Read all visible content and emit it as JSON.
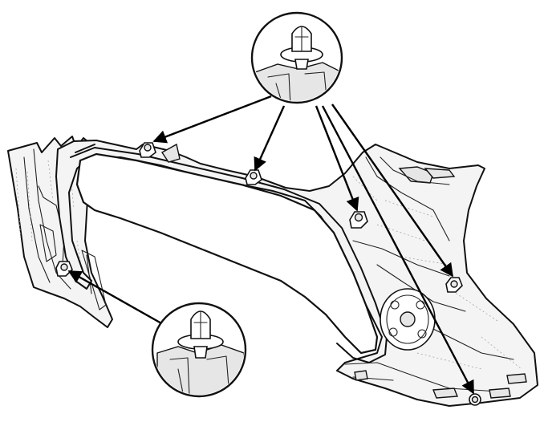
{
  "diagram": {
    "subject": "quarter-trim-panel-clip-locations",
    "callouts": [
      {
        "id": "upper-clip-detail",
        "icon": "push-clip-icon"
      },
      {
        "id": "lower-clip-detail",
        "icon": "push-clip-icon"
      }
    ],
    "clips": [
      {
        "id": "clip-top-left"
      },
      {
        "id": "clip-top-middle"
      },
      {
        "id": "clip-right-upper"
      },
      {
        "id": "clip-right-lower"
      },
      {
        "id": "clip-bottom-right"
      },
      {
        "id": "clip-left-pillar"
      }
    ],
    "colors": {
      "line": "#111111",
      "panel": "#f4f4f4",
      "background": "#ffffff"
    }
  }
}
